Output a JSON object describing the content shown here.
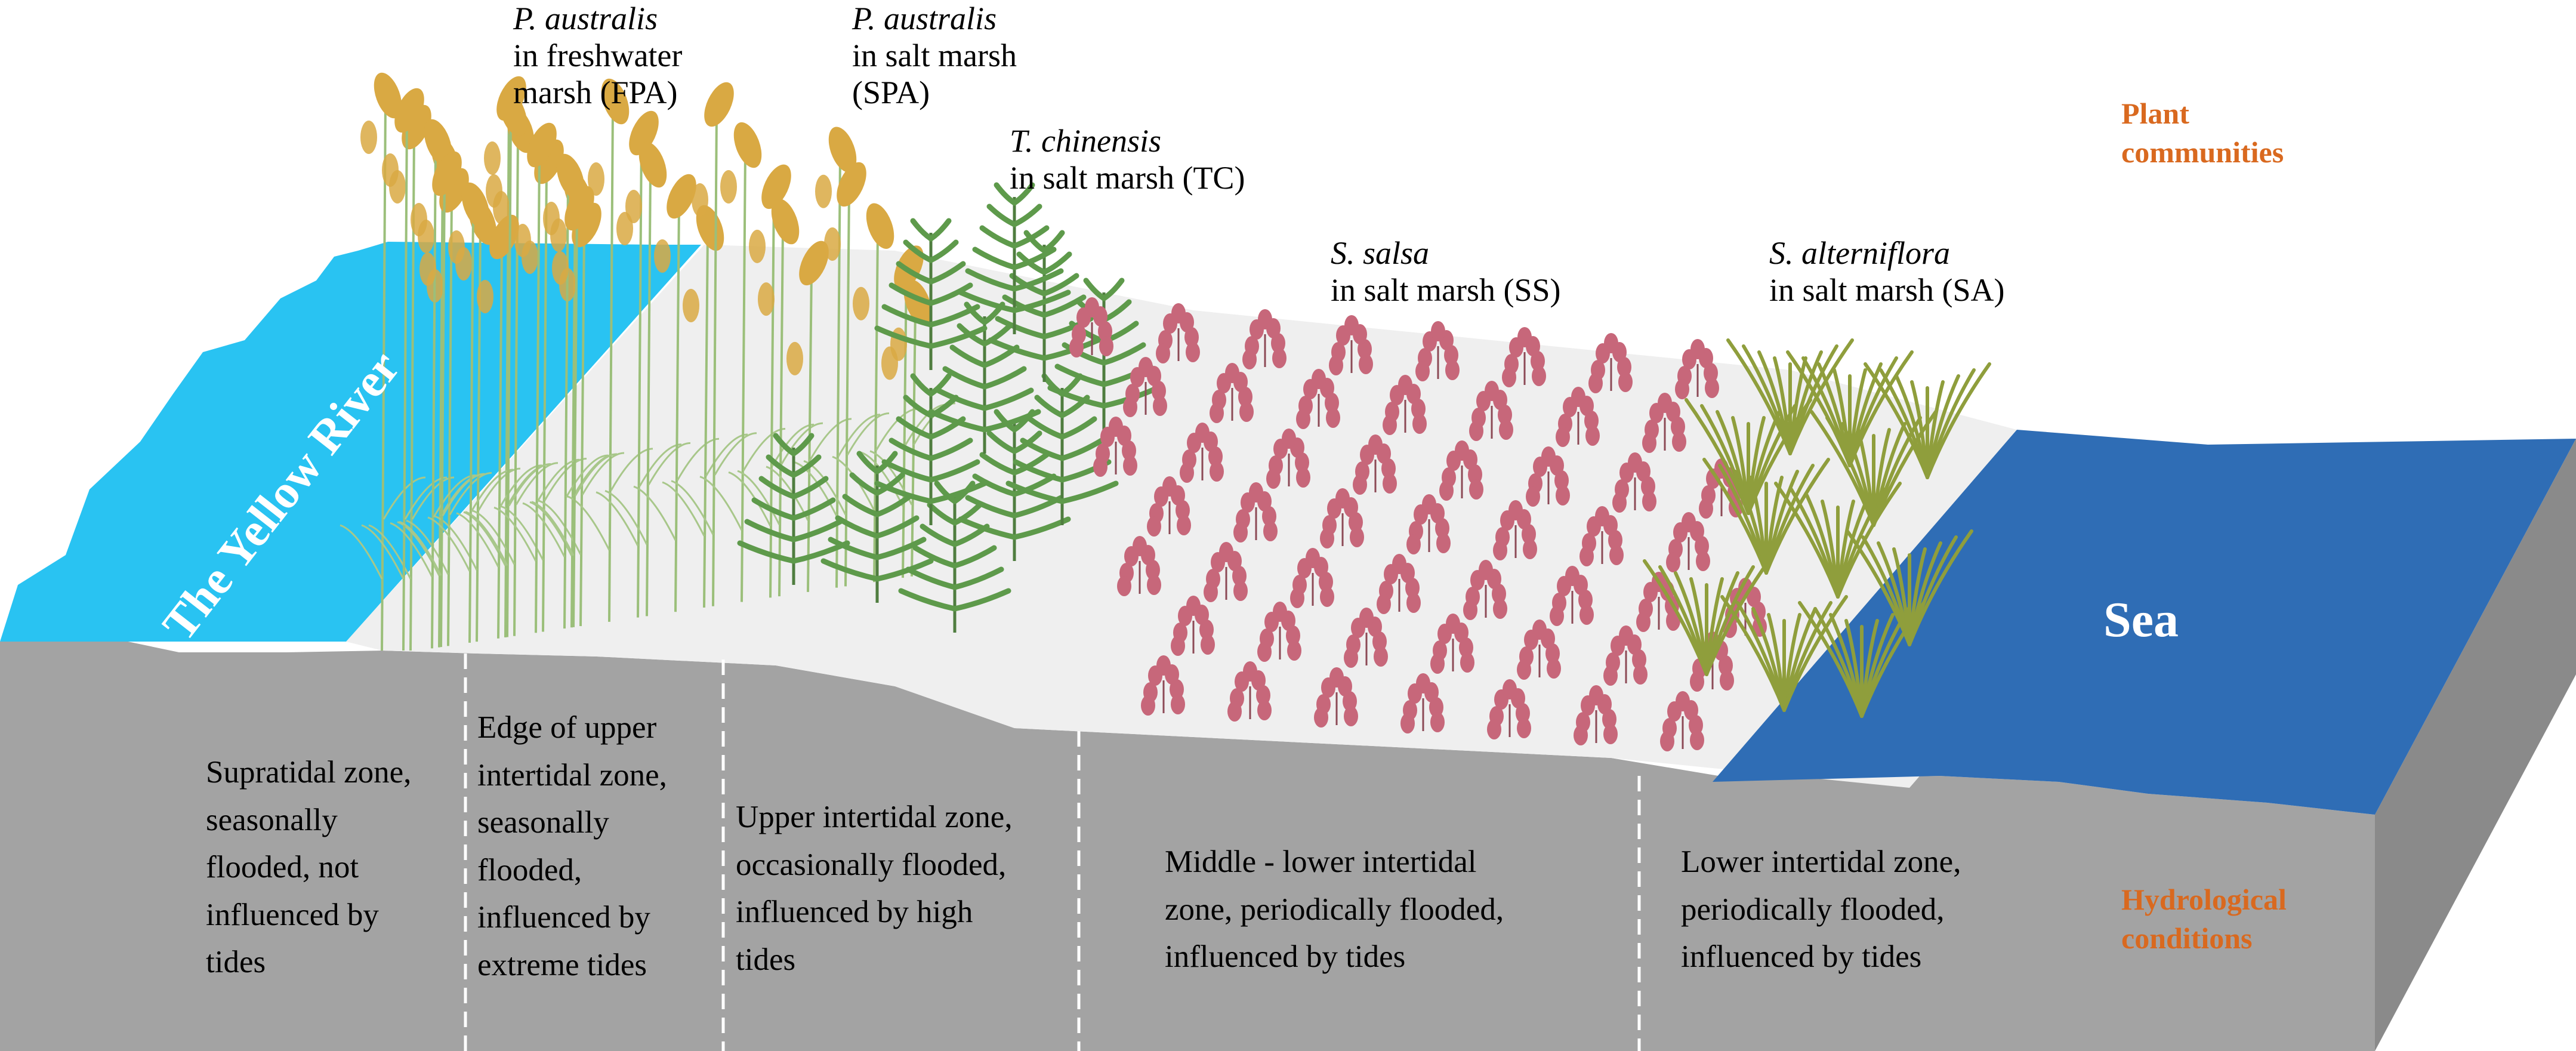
{
  "diagram": {
    "water": {
      "river": "The Yellow River",
      "sea": "Sea"
    },
    "legend": {
      "plant": [
        "Plant",
        "communities"
      ],
      "hydro": [
        "Hydrological",
        "conditions"
      ]
    },
    "plants": [
      {
        "species": "P. australis",
        "lines": [
          "in freshwater",
          "marsh (FPA)"
        ]
      },
      {
        "species": "P. australis",
        "lines": [
          "in salt marsh",
          "(SPA)"
        ]
      },
      {
        "species": "T. chinensis",
        "lines": [
          "in salt marsh (TC)"
        ]
      },
      {
        "species": "S. salsa",
        "lines": [
          "in salt marsh (SS)"
        ]
      },
      {
        "species": "S. alterniflora",
        "lines": [
          " in salt marsh (SA)"
        ]
      }
    ],
    "zones": [
      {
        "lines": [
          "Supratidal zone,",
          "seasonally",
          "flooded, not",
          "influenced by",
          "tides"
        ]
      },
      {
        "lines": [
          "Edge of upper",
          "intertidal zone,",
          "seasonally",
          "flooded,",
          "influenced by",
          "extreme  tides"
        ]
      },
      {
        "lines": [
          "Upper intertidal zone,",
          "occasionally flooded,",
          "influenced by high",
          "tides"
        ]
      },
      {
        "lines": [
          "Middle - lower intertidal",
          "zone,  periodically flooded,",
          "influenced by tides"
        ]
      },
      {
        "lines": [
          "Lower intertidal zone,",
          "periodically flooded,",
          "influenced by tides"
        ]
      }
    ],
    "colors": {
      "river": "#29c3f2",
      "sea": "#2f6db5",
      "ground": "#a3a3a3",
      "surface": "#efefef",
      "reed": "#d9a943",
      "tamarisk": "#5e9a4b",
      "suaeda": "#c7677a",
      "spartina": "#8f9e3c",
      "label": "#d9691f"
    }
  }
}
